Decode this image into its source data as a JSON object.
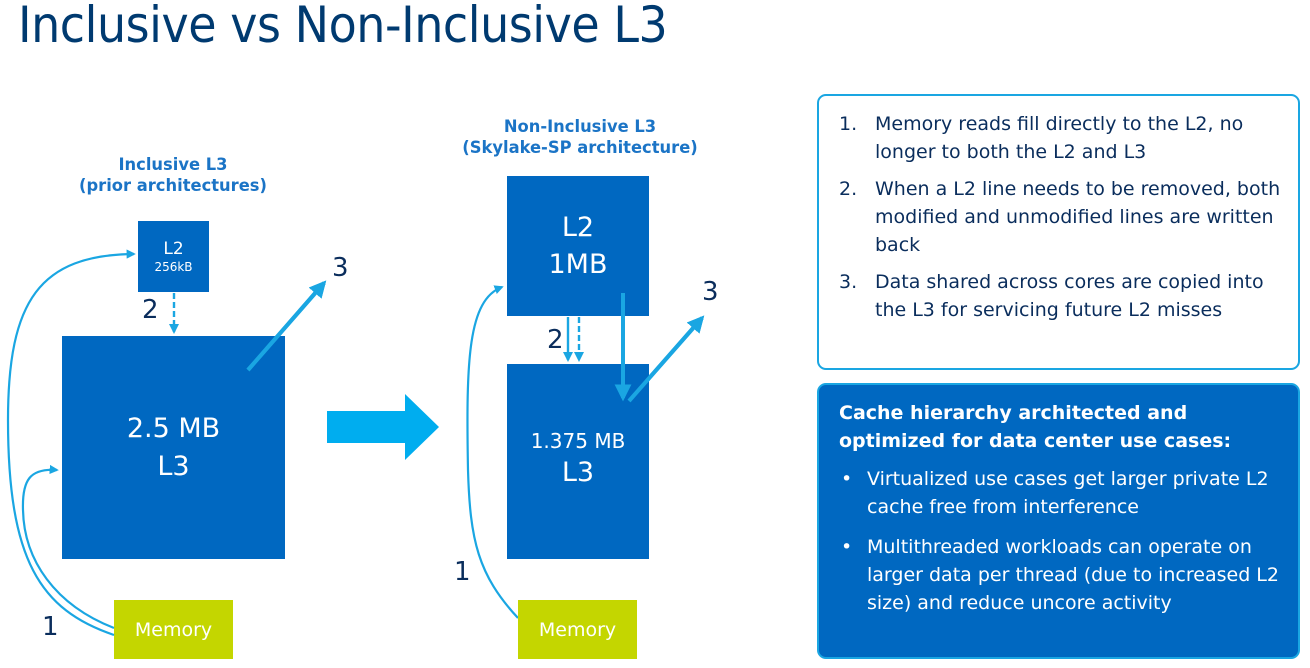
{
  "slide": {
    "title": "Inclusive vs Non-Inclusive L3"
  },
  "colors": {
    "title": "#003a70",
    "caption": "#1b74c6",
    "cache_box": "#0068c1",
    "arrow": "#1aa6e2",
    "memory_box": "#c4d600",
    "panel_border": "#1aa6e2",
    "body_text": "#0a2d5c"
  },
  "inclusive": {
    "caption_line1": "Inclusive L3",
    "caption_line2": "(prior architectures)",
    "l2_label": "L2",
    "l2_size": "256kB",
    "l3_size": "2.5 MB",
    "l3_label": "L3",
    "memory_label": "Memory",
    "step1": "1",
    "step2": "2",
    "step3": "3"
  },
  "transition_arrow": "right-arrow-icon",
  "non_inclusive": {
    "caption_line1": "Non-Inclusive L3",
    "caption_line2": "(Skylake-SP architecture)",
    "l2_label": "L2",
    "l2_size": "1MB",
    "l3_size": "1.375 MB",
    "l3_label": "L3",
    "memory_label": "Memory",
    "step1": "1",
    "step2": "2",
    "step3": "3"
  },
  "changes_panel": {
    "items": [
      {
        "number": "1.",
        "text": "Memory reads fill directly to the L2, no longer to both the L2 and L3"
      },
      {
        "number": "2.",
        "text": "When a L2 line needs to be removed, both modified and unmodified lines are written back"
      },
      {
        "number": "3.",
        "text": "Data shared across cores are copied into the L3 for servicing future L2 misses"
      }
    ]
  },
  "benefits_panel": {
    "heading": "Cache hierarchy architected and optimized for data center use cases:",
    "bullet_glyph": "•",
    "items": [
      {
        "text": "Virtualized use cases get larger private L2 cache free from interference"
      },
      {
        "text": "Multithreaded workloads can operate on larger data per thread (due to increased L2 size) and reduce uncore activity"
      }
    ]
  }
}
